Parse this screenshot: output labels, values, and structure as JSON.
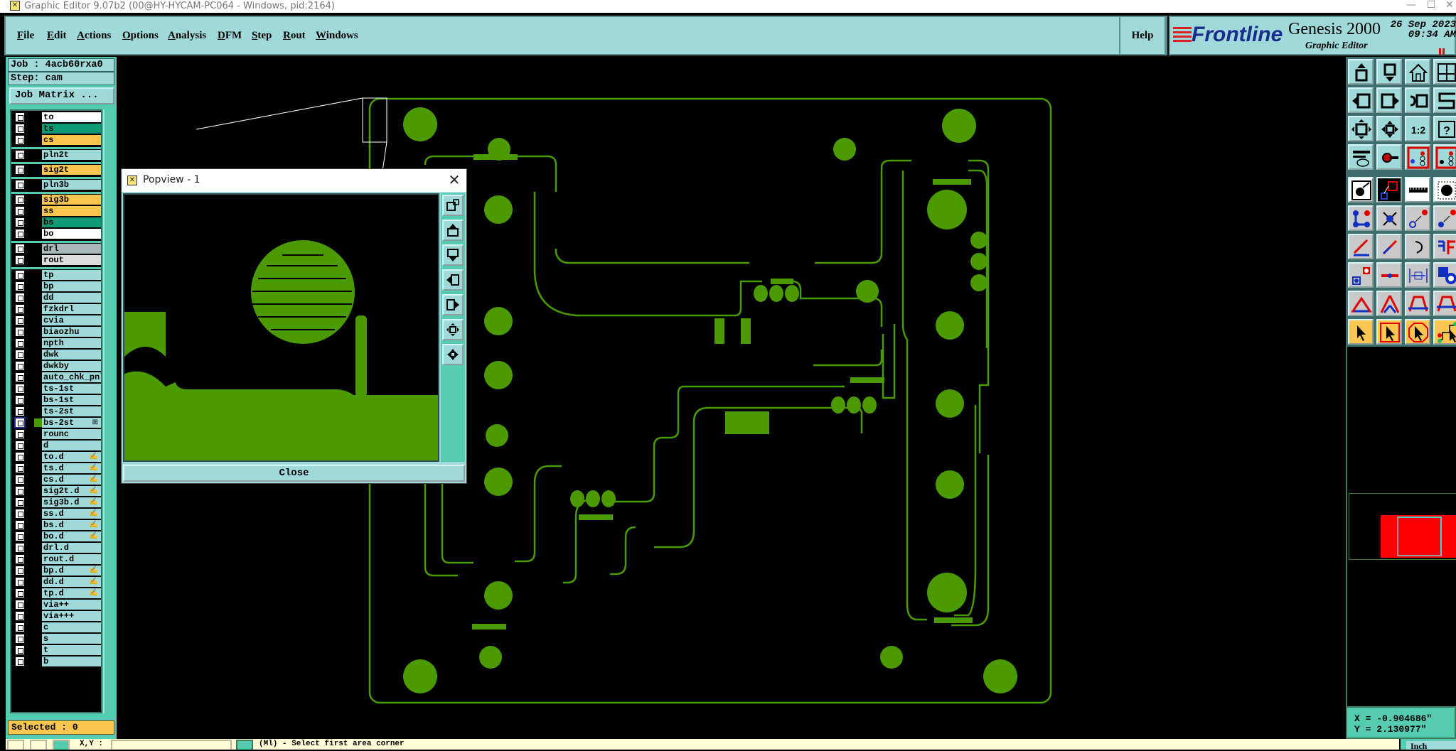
{
  "window": {
    "title": "Graphic Editor 9.07b2 (00@HY-HYCAM-PC064 - Windows, pid:2164)",
    "minimize": "—",
    "maximize": "☐",
    "close": "✕"
  },
  "menu": {
    "items": [
      "File",
      "Edit",
      "Actions",
      "Options",
      "Analysis",
      "DFM",
      "Step",
      "Rout",
      "Windows"
    ],
    "help": "Help"
  },
  "branding": {
    "logo": "Frontline",
    "product": "Genesis 2000",
    "subtitle": "Graphic Editor",
    "date": "26 Sep 2023",
    "time": "09:34 AM"
  },
  "job": {
    "job_label": "Job : 4acb60rxa0",
    "step_label": "Step: cam",
    "matrix_button": "Job Matrix ..."
  },
  "layers": [
    {
      "name": "to",
      "color": "#ffffff",
      "group": 1
    },
    {
      "name": "ts",
      "color": "#0f9a76",
      "group": 1
    },
    {
      "name": "cs",
      "color": "#fbc650",
      "group": 1
    },
    {
      "name": "pln2t",
      "color": "#9fd9d9",
      "group": 2
    },
    {
      "name": "sig2t",
      "color": "#fbc650",
      "group": 3
    },
    {
      "name": "pln3b",
      "color": "#9fd9d9",
      "group": 4
    },
    {
      "name": "sig3b",
      "color": "#fbc650",
      "group": 5
    },
    {
      "name": "ss",
      "color": "#fbc650",
      "group": 5
    },
    {
      "name": "bs",
      "color": "#0f9a76",
      "group": 5
    },
    {
      "name": "bo",
      "color": "#ffffff",
      "group": 5
    },
    {
      "name": "drl",
      "color": "#a8b8b8",
      "group": 6
    },
    {
      "name": "rout",
      "color": "#dcdcdc",
      "group": 6
    },
    {
      "name": "tp",
      "color": "#9fd9d9",
      "group": 7
    },
    {
      "name": "bp",
      "color": "#9fd9d9",
      "group": 7
    },
    {
      "name": "dd",
      "color": "#9fd9d9",
      "group": 7
    },
    {
      "name": "fzkdrl",
      "color": "#9fd9d9",
      "group": 7
    },
    {
      "name": "cvia",
      "color": "#9fd9d9",
      "group": 7
    },
    {
      "name": "biaozhu",
      "color": "#9fd9d9",
      "group": 7
    },
    {
      "name": "npth",
      "color": "#9fd9d9",
      "group": 7
    },
    {
      "name": "dwk",
      "color": "#9fd9d9",
      "group": 7
    },
    {
      "name": "dwkby",
      "color": "#9fd9d9",
      "group": 7
    },
    {
      "name": "auto_chk_pnl",
      "color": "#9fd9d9",
      "group": 7
    },
    {
      "name": "ts-1st",
      "color": "#9fd9d9",
      "group": 7
    },
    {
      "name": "bs-1st",
      "color": "#9fd9d9",
      "group": 7
    },
    {
      "name": "ts-2st",
      "color": "#9fd9d9",
      "group": 7
    },
    {
      "name": "bs-2st",
      "color": "#9fd9d9",
      "group": 7,
      "active": true,
      "flag": "⊞"
    },
    {
      "name": "rounc",
      "color": "#9fd9d9",
      "group": 7
    },
    {
      "name": "d",
      "color": "#9fd9d9",
      "group": 7
    },
    {
      "name": "to.d",
      "color": "#9fd9d9",
      "group": 7,
      "flag": "✍"
    },
    {
      "name": "ts.d",
      "color": "#9fd9d9",
      "group": 7,
      "flag": "✍"
    },
    {
      "name": "cs.d",
      "color": "#9fd9d9",
      "group": 7,
      "flag": "✍"
    },
    {
      "name": "sig2t.d",
      "color": "#9fd9d9",
      "group": 7,
      "flag": "✍"
    },
    {
      "name": "sig3b.d",
      "color": "#9fd9d9",
      "group": 7,
      "flag": "✍"
    },
    {
      "name": "ss.d",
      "color": "#9fd9d9",
      "group": 7,
      "flag": "✍"
    },
    {
      "name": "bs.d",
      "color": "#9fd9d9",
      "group": 7,
      "flag": "✍"
    },
    {
      "name": "bo.d",
      "color": "#9fd9d9",
      "group": 7,
      "flag": "✍"
    },
    {
      "name": "drl.d",
      "color": "#9fd9d9",
      "group": 7
    },
    {
      "name": "rout.d",
      "color": "#9fd9d9",
      "group": 7
    },
    {
      "name": "bp.d",
      "color": "#9fd9d9",
      "group": 7,
      "flag": "✍"
    },
    {
      "name": "dd.d",
      "color": "#9fd9d9",
      "group": 7,
      "flag": "✍"
    },
    {
      "name": "tp.d",
      "color": "#9fd9d9",
      "group": 7,
      "flag": "✍"
    },
    {
      "name": "via++",
      "color": "#9fd9d9",
      "group": 7
    },
    {
      "name": "via+++",
      "color": "#9fd9d9",
      "group": 7
    },
    {
      "name": "c",
      "color": "#9fd9d9",
      "group": 7
    },
    {
      "name": "s",
      "color": "#9fd9d9",
      "group": 7
    },
    {
      "name": "t",
      "color": "#9fd9d9",
      "group": 7
    },
    {
      "name": "b",
      "color": "#9fd9d9",
      "group": 7
    }
  ],
  "selected": "Selected : 0",
  "popview": {
    "title": "Popview - 1",
    "close_button": "Close",
    "tools": [
      "pop-out-icon",
      "pan-up-icon",
      "pan-down-icon",
      "pan-left-icon",
      "pan-right-icon",
      "zoom-in-icon",
      "zoom-out-icon"
    ]
  },
  "right_tools": [
    "pan-up-icon",
    "pan-down-icon",
    "home-icon",
    "grid-xy-icon",
    "pan-left-icon",
    "pan-right-icon",
    "undo-view-icon",
    "snake-icon",
    "zoom-in-icon",
    "zoom-out-icon",
    "scale-1-2-icon",
    "help-icon",
    "tools-icon",
    "pad-icon",
    "net-red-icon",
    "net-red2-icon",
    "measure-icon",
    "snap-icon",
    "ruler-icon",
    "pad-select-icon",
    "connect-icon",
    "cross-icon",
    "point-to-point-icon",
    "point-to-solid-icon",
    "line-angle-icon",
    "line-to-line-icon",
    "rotate-icon",
    "mirror-icon",
    "pad-to-pad-icon",
    "line-center-icon",
    "dimension-icon",
    "shape-icon",
    "triangle-icon",
    "arch-icon",
    "arch2-icon",
    "arch3-icon",
    "pointer-icon",
    "select-box-icon",
    "select-poly-icon",
    "route-select-icon"
  ],
  "coordinates": {
    "x": "X = -0.904686\"",
    "y": "Y = 2.130977\""
  },
  "bottom": {
    "xy_label": "X,Y :",
    "xy_value": "",
    "prompt": "(Ml) - Select first area corner",
    "units": "Inch"
  },
  "colors": {
    "pcb_green": "#4a9a00",
    "panel_teal": "#55cbb0",
    "panel_light": "#9fd9d9",
    "highlight_orange": "#fbc650",
    "overview_red": "#ff0000"
  }
}
